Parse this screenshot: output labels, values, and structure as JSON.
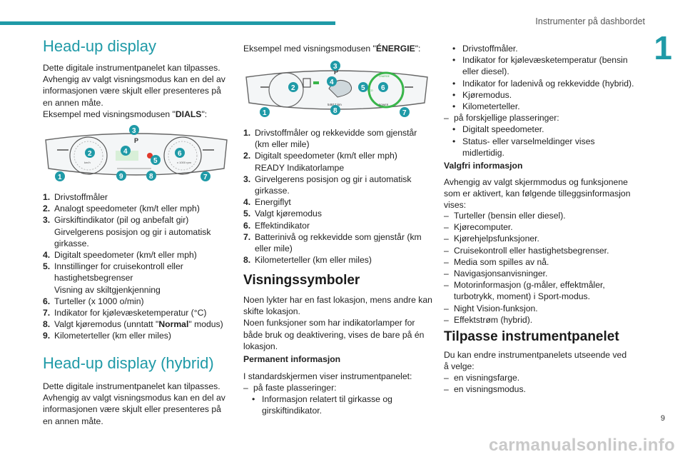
{
  "header": {
    "title": "Instrumenter på dashbordet",
    "chapter": "1",
    "page": "9"
  },
  "watermark": "carmanualsonline.info",
  "col1": {
    "title1": "Head-up display",
    "p1": "Dette digitale instrumentpanelet kan tilpasses. Avhengig av valgt visningsmodus kan en del av informasjonen være skjult eller presenteres på en annen måte.",
    "p1b_pre": "Eksempel med visningsmodusen \"",
    "p1b_bold": "DIALS",
    "p1b_post": "\":",
    "items": [
      {
        "n": "1.",
        "t": "Drivstoffmåler"
      },
      {
        "n": "2.",
        "t": "Analogt speedometer (km/t eller mph)"
      },
      {
        "n": "3.",
        "t": "Girskiftindikator (pil og anbefalt gir)\nGirvelgerens posisjon og gir i automatisk girkasse."
      },
      {
        "n": "4.",
        "t": "Digitalt speedometer (km/t eller mph)"
      },
      {
        "n": "5.",
        "t": "Innstillinger for cruisekontroll eller hastighetsbegrenser\nVisning av skiltgjenkjenning"
      },
      {
        "n": "6.",
        "t": "Turteller (x 1000 o/min)"
      },
      {
        "n": "7.",
        "t": "Indikator for kjølevæsketemperatur (°C)"
      },
      {
        "n": "8.",
        "t_pre": "Valgt kjøremodus (unntatt \"",
        "t_bold": "Normal",
        "t_post": "\" modus)"
      },
      {
        "n": "9.",
        "t": "Kilometerteller (km eller miles)"
      }
    ],
    "title2": "Head-up display (hybrid)",
    "p2": "Dette digitale instrumentpanelet kan tilpasses. Avhengig av valgt visningsmodus kan en del av informasjonen være skjult eller presenteres på en annen måte."
  },
  "col2": {
    "intro_pre": "Eksempel med visningsmodusen \"",
    "intro_bold": "ÉNERGIE",
    "intro_post": "\":",
    "items": [
      {
        "n": "1.",
        "t": "Drivstoffmåler og rekkevidde som gjenstår (km eller mile)"
      },
      {
        "n": "2.",
        "t": "Digitalt speedometer (km/t eller mph)\nREADY Indikatorlampe"
      },
      {
        "n": "3.",
        "t": "Girvelgerens posisjon og gir i automatisk girkasse."
      },
      {
        "n": "4.",
        "t": "Energiflyt"
      },
      {
        "n": "5.",
        "t": "Valgt kjøremodus"
      },
      {
        "n": "6.",
        "t": "Effektindikator"
      },
      {
        "n": "7.",
        "t": "Batterinivå og rekkevidde som gjenstår (km eller mile)"
      },
      {
        "n": "8.",
        "t": "Kilometerteller (km eller miles)"
      }
    ],
    "title": "Visningssymboler",
    "p1": "Noen lykter har en fast lokasjon, mens andre kan skifte lokasjon.",
    "p2": " Noen funksjoner som har indikatorlamper for både bruk og deaktivering, vises de bare på én lokasjon.",
    "h_perm": "Permanent informasjon",
    "p3": "I standardskjermen viser instrumentpanelet:",
    "dash1": "på faste plasseringer:",
    "bul1": "Informasjon relatert til girkasse og girskiftindikator."
  },
  "col3": {
    "bullets1": [
      "Drivstoffmåler.",
      "Indikator for kjølevæsketemperatur (bensin eller diesel).",
      "Indikator for ladenivå og rekkevidde (hybrid).",
      "Kjøremodus.",
      "Kilometerteller."
    ],
    "dash2": "på forskjellige plasseringer:",
    "bullets2": [
      "Digitalt speedometer.",
      "Status- eller varselmeldinger vises midlertidig."
    ],
    "h_opt": "Valgfri informasjon",
    "p_opt": "Avhengig av valgt skjermmodus og funksjonene som er aktivert, kan følgende tilleggsinformasjon vises:",
    "dashes": [
      "Turteller (bensin eller diesel).",
      "Kjørecomputer.",
      "Kjørehjelpsfunksjoner.",
      "Cruisekontroll eller hastighetsbegrenser.",
      "Media som spilles av nå.",
      "Navigasjonsanvisninger."
    ],
    "dash_long": "Motorinformasjon (g-måler, effektmåler, turbotrykk, moment) i Sport-modus.",
    "dashes2": [
      "Night Vision-funksjon.",
      "Effektstrøm (hybrid)."
    ],
    "title": "Tilpasse instrumentpanelet",
    "p_cust": "Du kan endre instrumentpanelets utseende ved å velge:",
    "dashes3": [
      "en visningsfarge.",
      "en visningsmodus."
    ]
  },
  "dash_symbol": "–",
  "bullet_symbol": "•",
  "figure1": {
    "callouts": [
      "1",
      "2",
      "3",
      "4",
      "5",
      "6",
      "7",
      "8",
      "9"
    ],
    "gear": "P",
    "speed_unit": "km/h",
    "rpm_unit": "x 1000 rpm"
  },
  "figure2": {
    "callouts": [
      "1",
      "2",
      "3",
      "4",
      "5",
      "6",
      "7",
      "8"
    ],
    "gear": "P",
    "odometer": "54817 km",
    "labels": [
      "CHARGE",
      "ECO",
      "POWER"
    ]
  },
  "colors": {
    "accent": "#1f9aa7",
    "green": "#39b54a",
    "red": "#e0392b"
  }
}
